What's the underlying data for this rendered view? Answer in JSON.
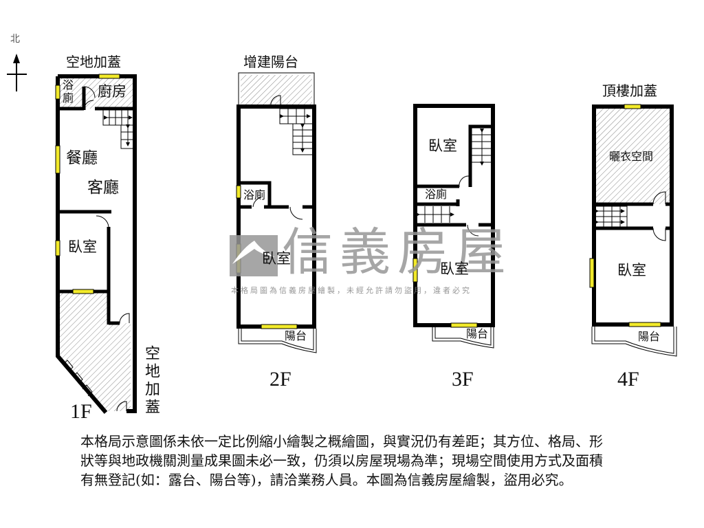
{
  "compass": {
    "north_label": "北",
    "icon": "north-arrow-icon"
  },
  "colors": {
    "wall": "#000000",
    "window": "#f2ea2a",
    "hatch": "#777777",
    "watermark": "#999999"
  },
  "floors": [
    {
      "id": "1F",
      "label": "1F",
      "top_title": "空地加蓋",
      "side_title": "空地加蓋",
      "rooms": [
        {
          "name": "bathroom",
          "label_top": "浴",
          "label_bottom": "廁"
        },
        {
          "name": "kitchen",
          "label": "廚房"
        },
        {
          "name": "dining-room",
          "label": "餐廳"
        },
        {
          "name": "living-room",
          "label": "客廳"
        },
        {
          "name": "bedroom",
          "label": "臥室"
        }
      ]
    },
    {
      "id": "2F",
      "label": "2F",
      "top_title": "增建陽台",
      "rooms": [
        {
          "name": "bathroom",
          "label": "浴廁"
        },
        {
          "name": "bedroom",
          "label": "臥室"
        },
        {
          "name": "balcony",
          "label": "陽台"
        }
      ]
    },
    {
      "id": "3F",
      "label": "3F",
      "rooms": [
        {
          "name": "bedroom-front",
          "label": "臥室"
        },
        {
          "name": "bathroom",
          "label": "浴廁"
        },
        {
          "name": "bedroom-rear",
          "label": "臥室"
        },
        {
          "name": "balcony",
          "label": "陽台"
        }
      ]
    },
    {
      "id": "4F",
      "label": "4F",
      "top_title": "頂樓加蓋",
      "rooms": [
        {
          "name": "laundry-space",
          "label": "曬衣空間"
        },
        {
          "name": "bedroom",
          "label": "臥室"
        },
        {
          "name": "balcony",
          "label": "陽台"
        }
      ]
    }
  ],
  "watermark": {
    "brand": "信義房屋",
    "notice": "本格局圖為信義房屋繪製，未經允許請勿盜用，違者必究"
  },
  "disclaimer": {
    "lines": [
      "本格局示意圖係未依一定比例縮小繪製之概繪圖，與實況仍有差距；其方位、格局、形",
      "狀等與地政機關測量成果圖未必一致，仍須以房屋現場為準；現場空間使用方式及面積",
      "有無登記(如：露台、陽台等)，請洽業務人員。本圖為信義房屋繪製，盜用必究。"
    ]
  }
}
